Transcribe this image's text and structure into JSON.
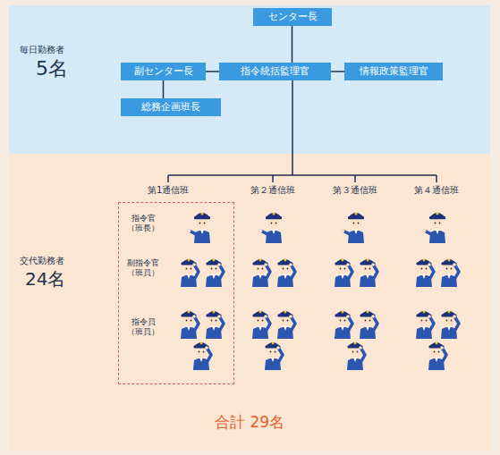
{
  "diagram": {
    "nodes": [
      {
        "text": [
          "センター長"
        ]
      },
      {
        "text": [
          "副センター長"
        ]
      },
      {
        "text": [
          "指令統括監理官"
        ]
      },
      {
        "text": [
          "情報政策監理官"
        ]
      },
      {
        "text": [
          "総務企画班長"
        ]
      },
      {
        "text": [
          "指令官 （班長）",
          "副指令官 （班員）",
          "指令員 （班員）"
        ]
      }
    ],
    "edges": [
      {
        "from": 0,
        "to": 2,
        "arrow": "none"
      },
      {
        "from": 1,
        "to": 2,
        "arrow": "none"
      },
      {
        "from": 2,
        "to": 3,
        "arrow": "none"
      },
      {
        "from": 1,
        "to": 4,
        "arrow": "none"
      }
    ],
    "labels": [
      "毎日勤務者",
      "5名",
      "第1通信班",
      "第２通信班",
      "第３通信班",
      "第４通信班",
      "交代勤務者",
      "24名",
      "合計 29名"
    ]
  }
}
